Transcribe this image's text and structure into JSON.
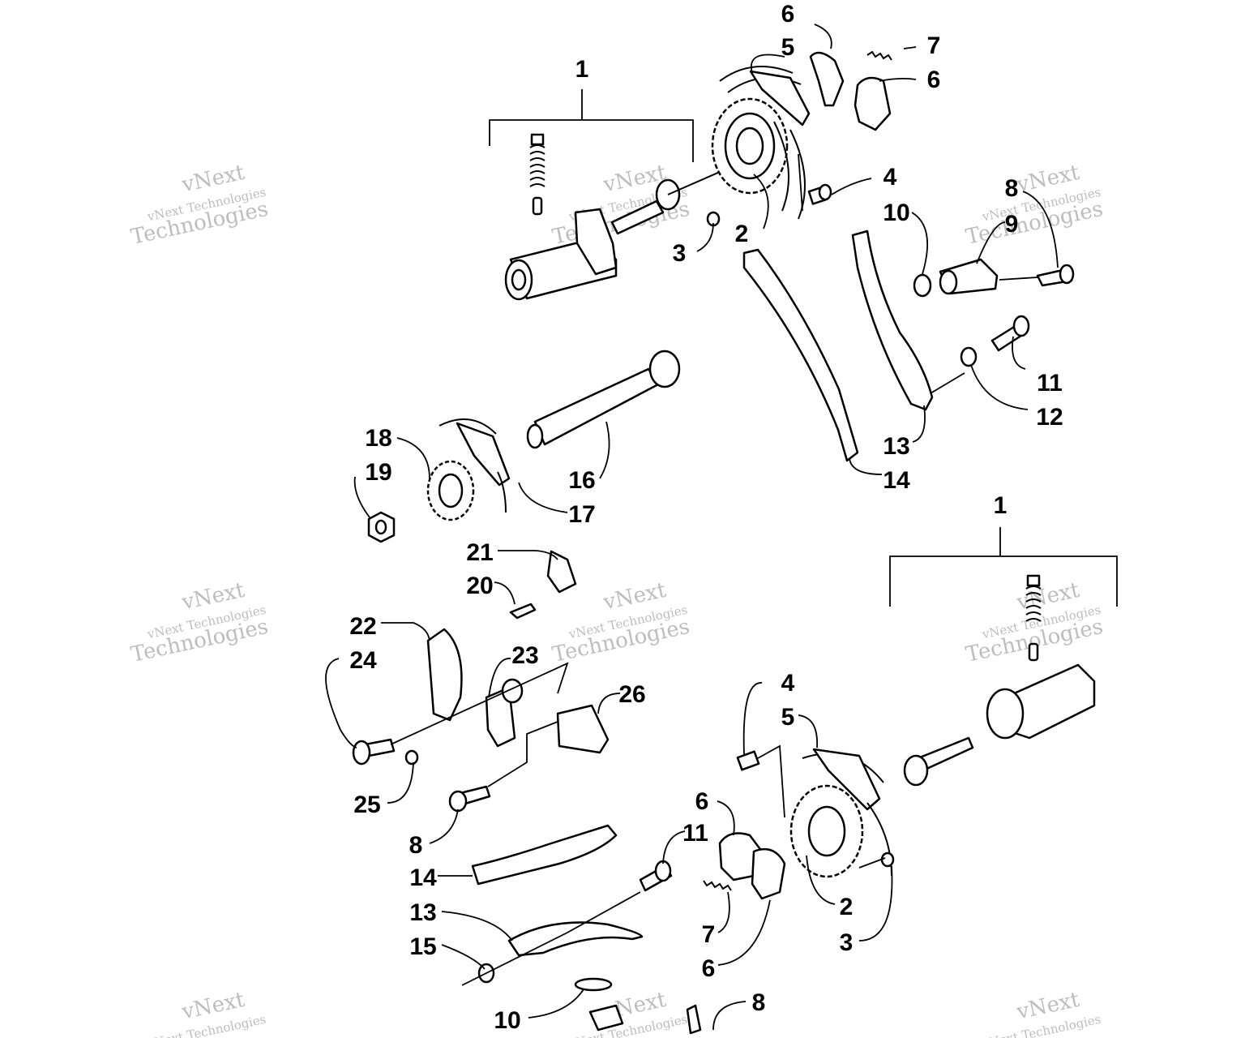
{
  "watermark": {
    "brand": "vNext",
    "company": "vNext Technologies",
    "line2": "Technologies"
  },
  "callouts": [
    {
      "n": "1"
    },
    {
      "n": "2"
    },
    {
      "n": "3"
    },
    {
      "n": "4"
    },
    {
      "n": "5"
    },
    {
      "n": "6"
    },
    {
      "n": "6"
    },
    {
      "n": "7"
    },
    {
      "n": "8"
    },
    {
      "n": "9"
    },
    {
      "n": "10"
    },
    {
      "n": "11"
    },
    {
      "n": "12"
    },
    {
      "n": "13"
    },
    {
      "n": "14"
    },
    {
      "n": "16"
    },
    {
      "n": "17"
    },
    {
      "n": "18"
    },
    {
      "n": "19"
    },
    {
      "n": "21"
    },
    {
      "n": "20"
    },
    {
      "n": "22"
    },
    {
      "n": "24"
    },
    {
      "n": "23"
    },
    {
      "n": "26"
    },
    {
      "n": "25"
    },
    {
      "n": "1"
    },
    {
      "n": "4"
    },
    {
      "n": "5"
    },
    {
      "n": "6"
    },
    {
      "n": "11"
    },
    {
      "n": "14"
    },
    {
      "n": "13"
    },
    {
      "n": "15"
    },
    {
      "n": "7"
    },
    {
      "n": "6"
    },
    {
      "n": "2"
    },
    {
      "n": "3"
    },
    {
      "n": "8"
    },
    {
      "n": "10"
    },
    {
      "n": "8"
    }
  ]
}
